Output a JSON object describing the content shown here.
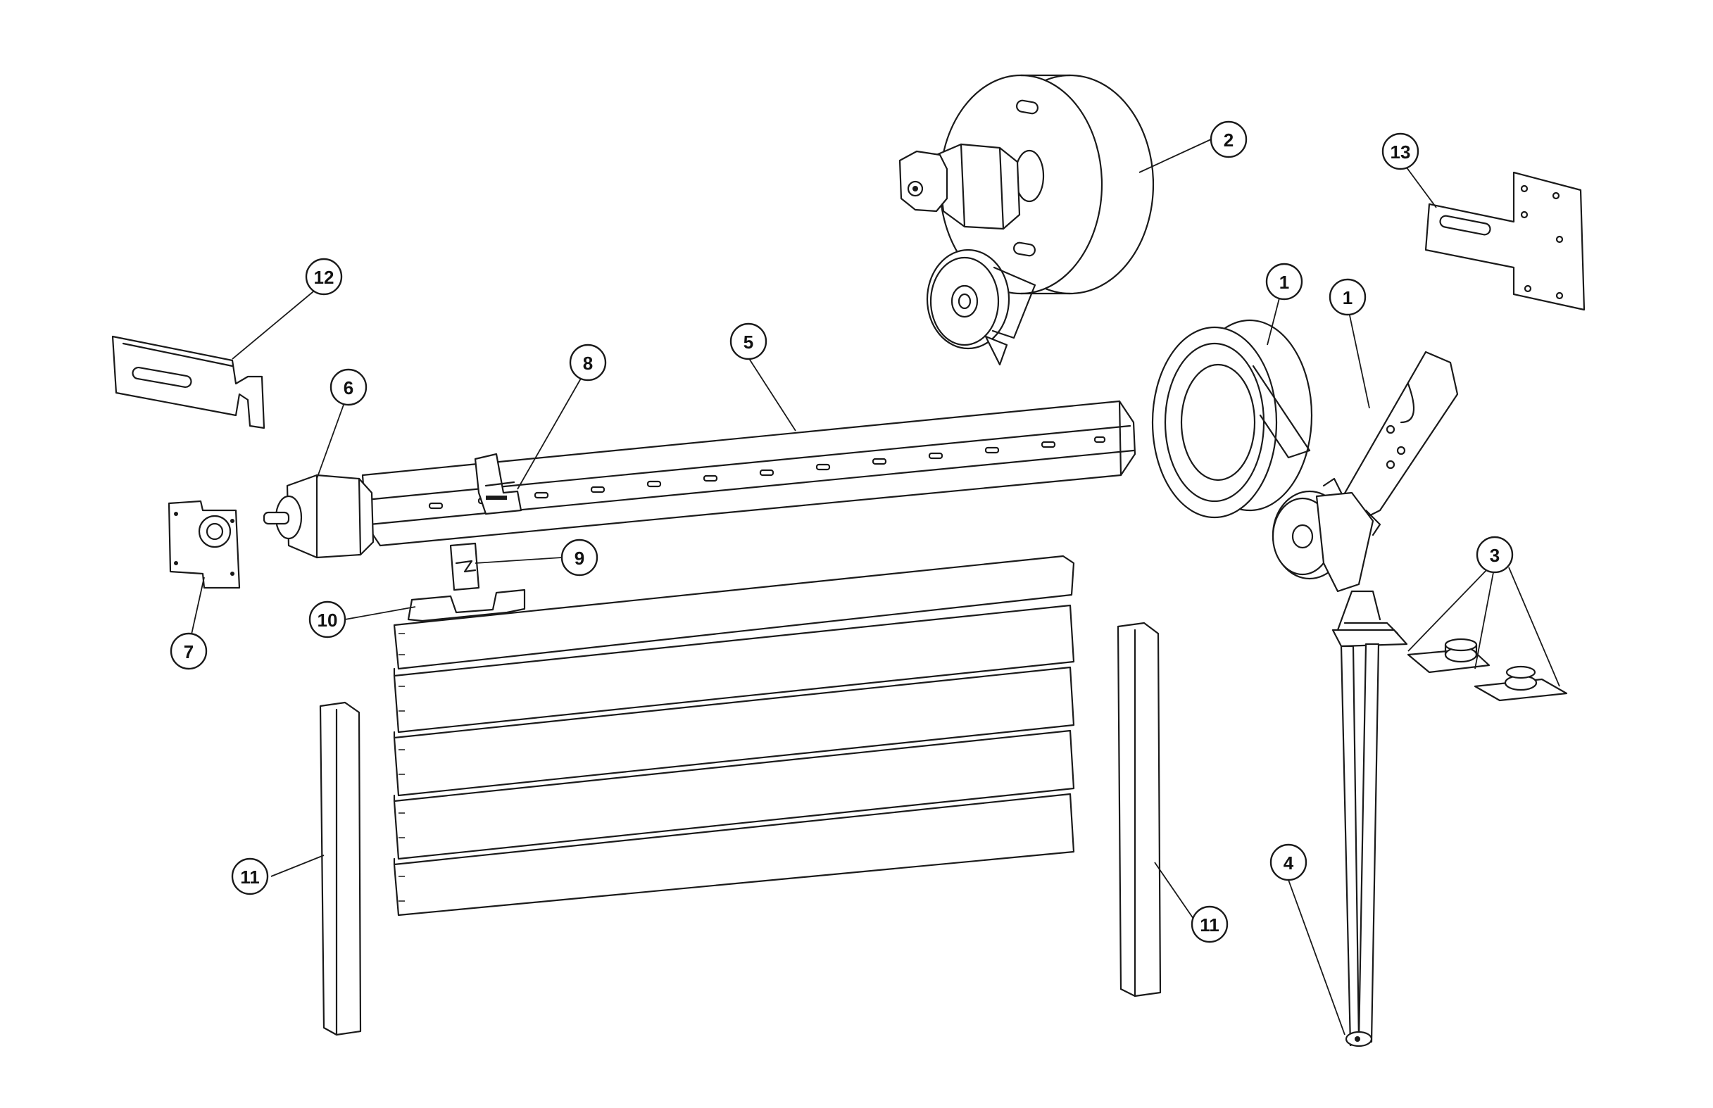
{
  "diagram": {
    "type": "exploded-parts-diagram",
    "callouts": [
      {
        "id": "c2",
        "label": "2"
      },
      {
        "id": "c13",
        "label": "13"
      },
      {
        "id": "c1a",
        "label": "1"
      },
      {
        "id": "c1b",
        "label": "1"
      },
      {
        "id": "c12",
        "label": "12"
      },
      {
        "id": "c8",
        "label": "8"
      },
      {
        "id": "c5",
        "label": "5"
      },
      {
        "id": "c6",
        "label": "6"
      },
      {
        "id": "c9",
        "label": "9"
      },
      {
        "id": "c10",
        "label": "10"
      },
      {
        "id": "c7",
        "label": "7"
      },
      {
        "id": "c3",
        "label": "3"
      },
      {
        "id": "c4",
        "label": "4"
      },
      {
        "id": "c11a",
        "label": "11"
      },
      {
        "id": "c11b",
        "label": "11"
      }
    ]
  }
}
